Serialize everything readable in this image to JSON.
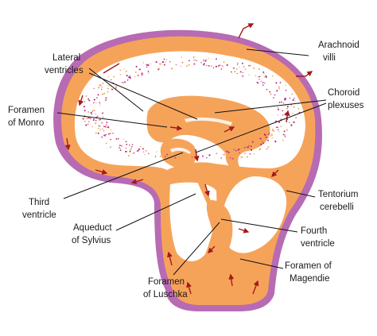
{
  "figure": {
    "colors": {
      "outer_membrane": "#b76bb3",
      "csf": "#f6a35a",
      "brain_tissue": "#ffffff",
      "speckle_purple": "#b5217e",
      "speckle_orange": "#f2a35a",
      "arrow": "#a41a1a",
      "leader_line": "#111111"
    },
    "labels": {
      "arachnoid": [
        "Arachnoid",
        "villi"
      ],
      "lateral": [
        "Lateral",
        "ventricles"
      ],
      "choroid": [
        "Choroid",
        "plexuses"
      ],
      "monro": [
        "Foramen",
        "of Monro"
      ],
      "third": [
        "Third",
        "ventricle"
      ],
      "tentorium": [
        "Tentorium",
        "cerebelli"
      ],
      "aqueduct": [
        "Aqueduct",
        "of Sylvius"
      ],
      "fourth": [
        "Fourth",
        "ventricle"
      ],
      "magendie": [
        "Foramen of",
        "Magendie"
      ],
      "luschka": [
        "Foramen",
        "of Luschka"
      ]
    }
  }
}
